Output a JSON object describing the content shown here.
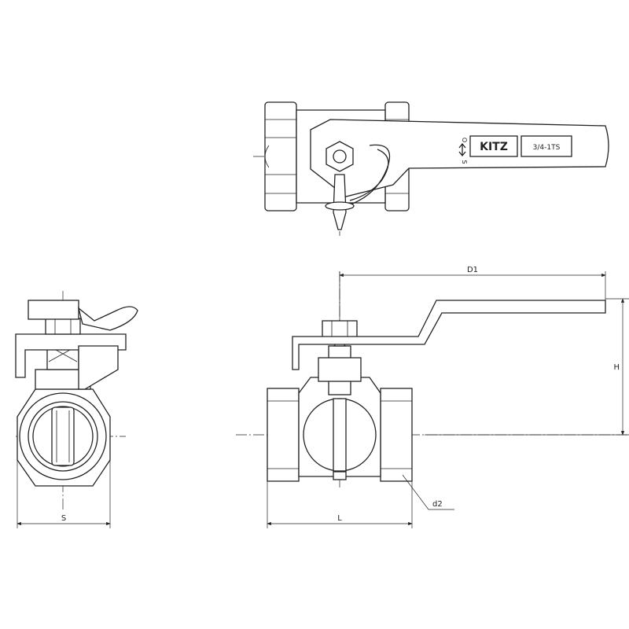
{
  "top_view": {
    "brand_label": "KITZ",
    "model_label": "3/4-1TS",
    "position_marks": [
      "O",
      "S"
    ]
  },
  "front_view": {
    "dim_handle_length": "D1",
    "dim_height": "H",
    "dim_length": "L",
    "dim_thread": "d2"
  },
  "side_view": {
    "dim_width": "S"
  },
  "colors": {
    "line": "#222222",
    "background": "#ffffff"
  }
}
